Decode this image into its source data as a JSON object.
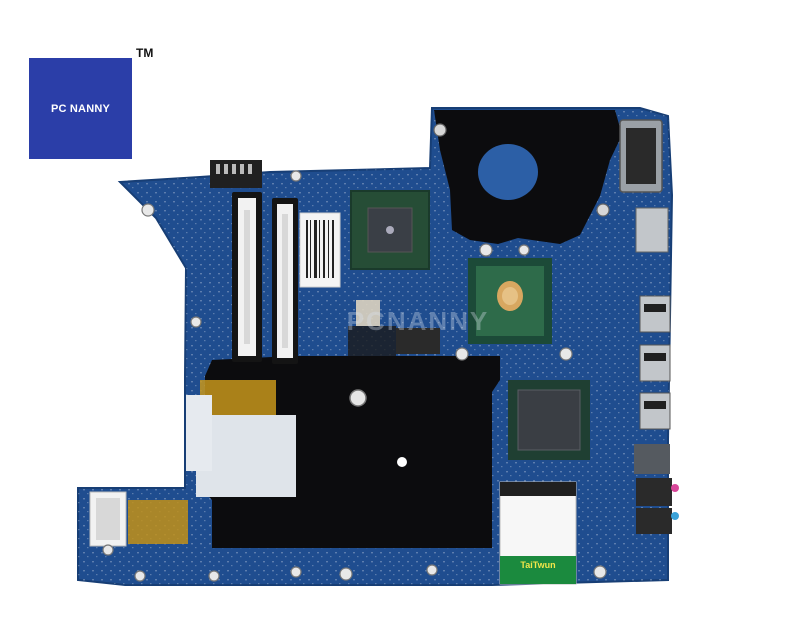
{
  "logo": {
    "text": "PC NANNY",
    "trademark": "TM",
    "box_color": "#2b3ea8"
  },
  "photo": {
    "watermark": "PCNANNY",
    "wifi_card_label": "TaiTwun",
    "board_color": "#1f4d8f",
    "shield_color": "#0c0c0e"
  }
}
